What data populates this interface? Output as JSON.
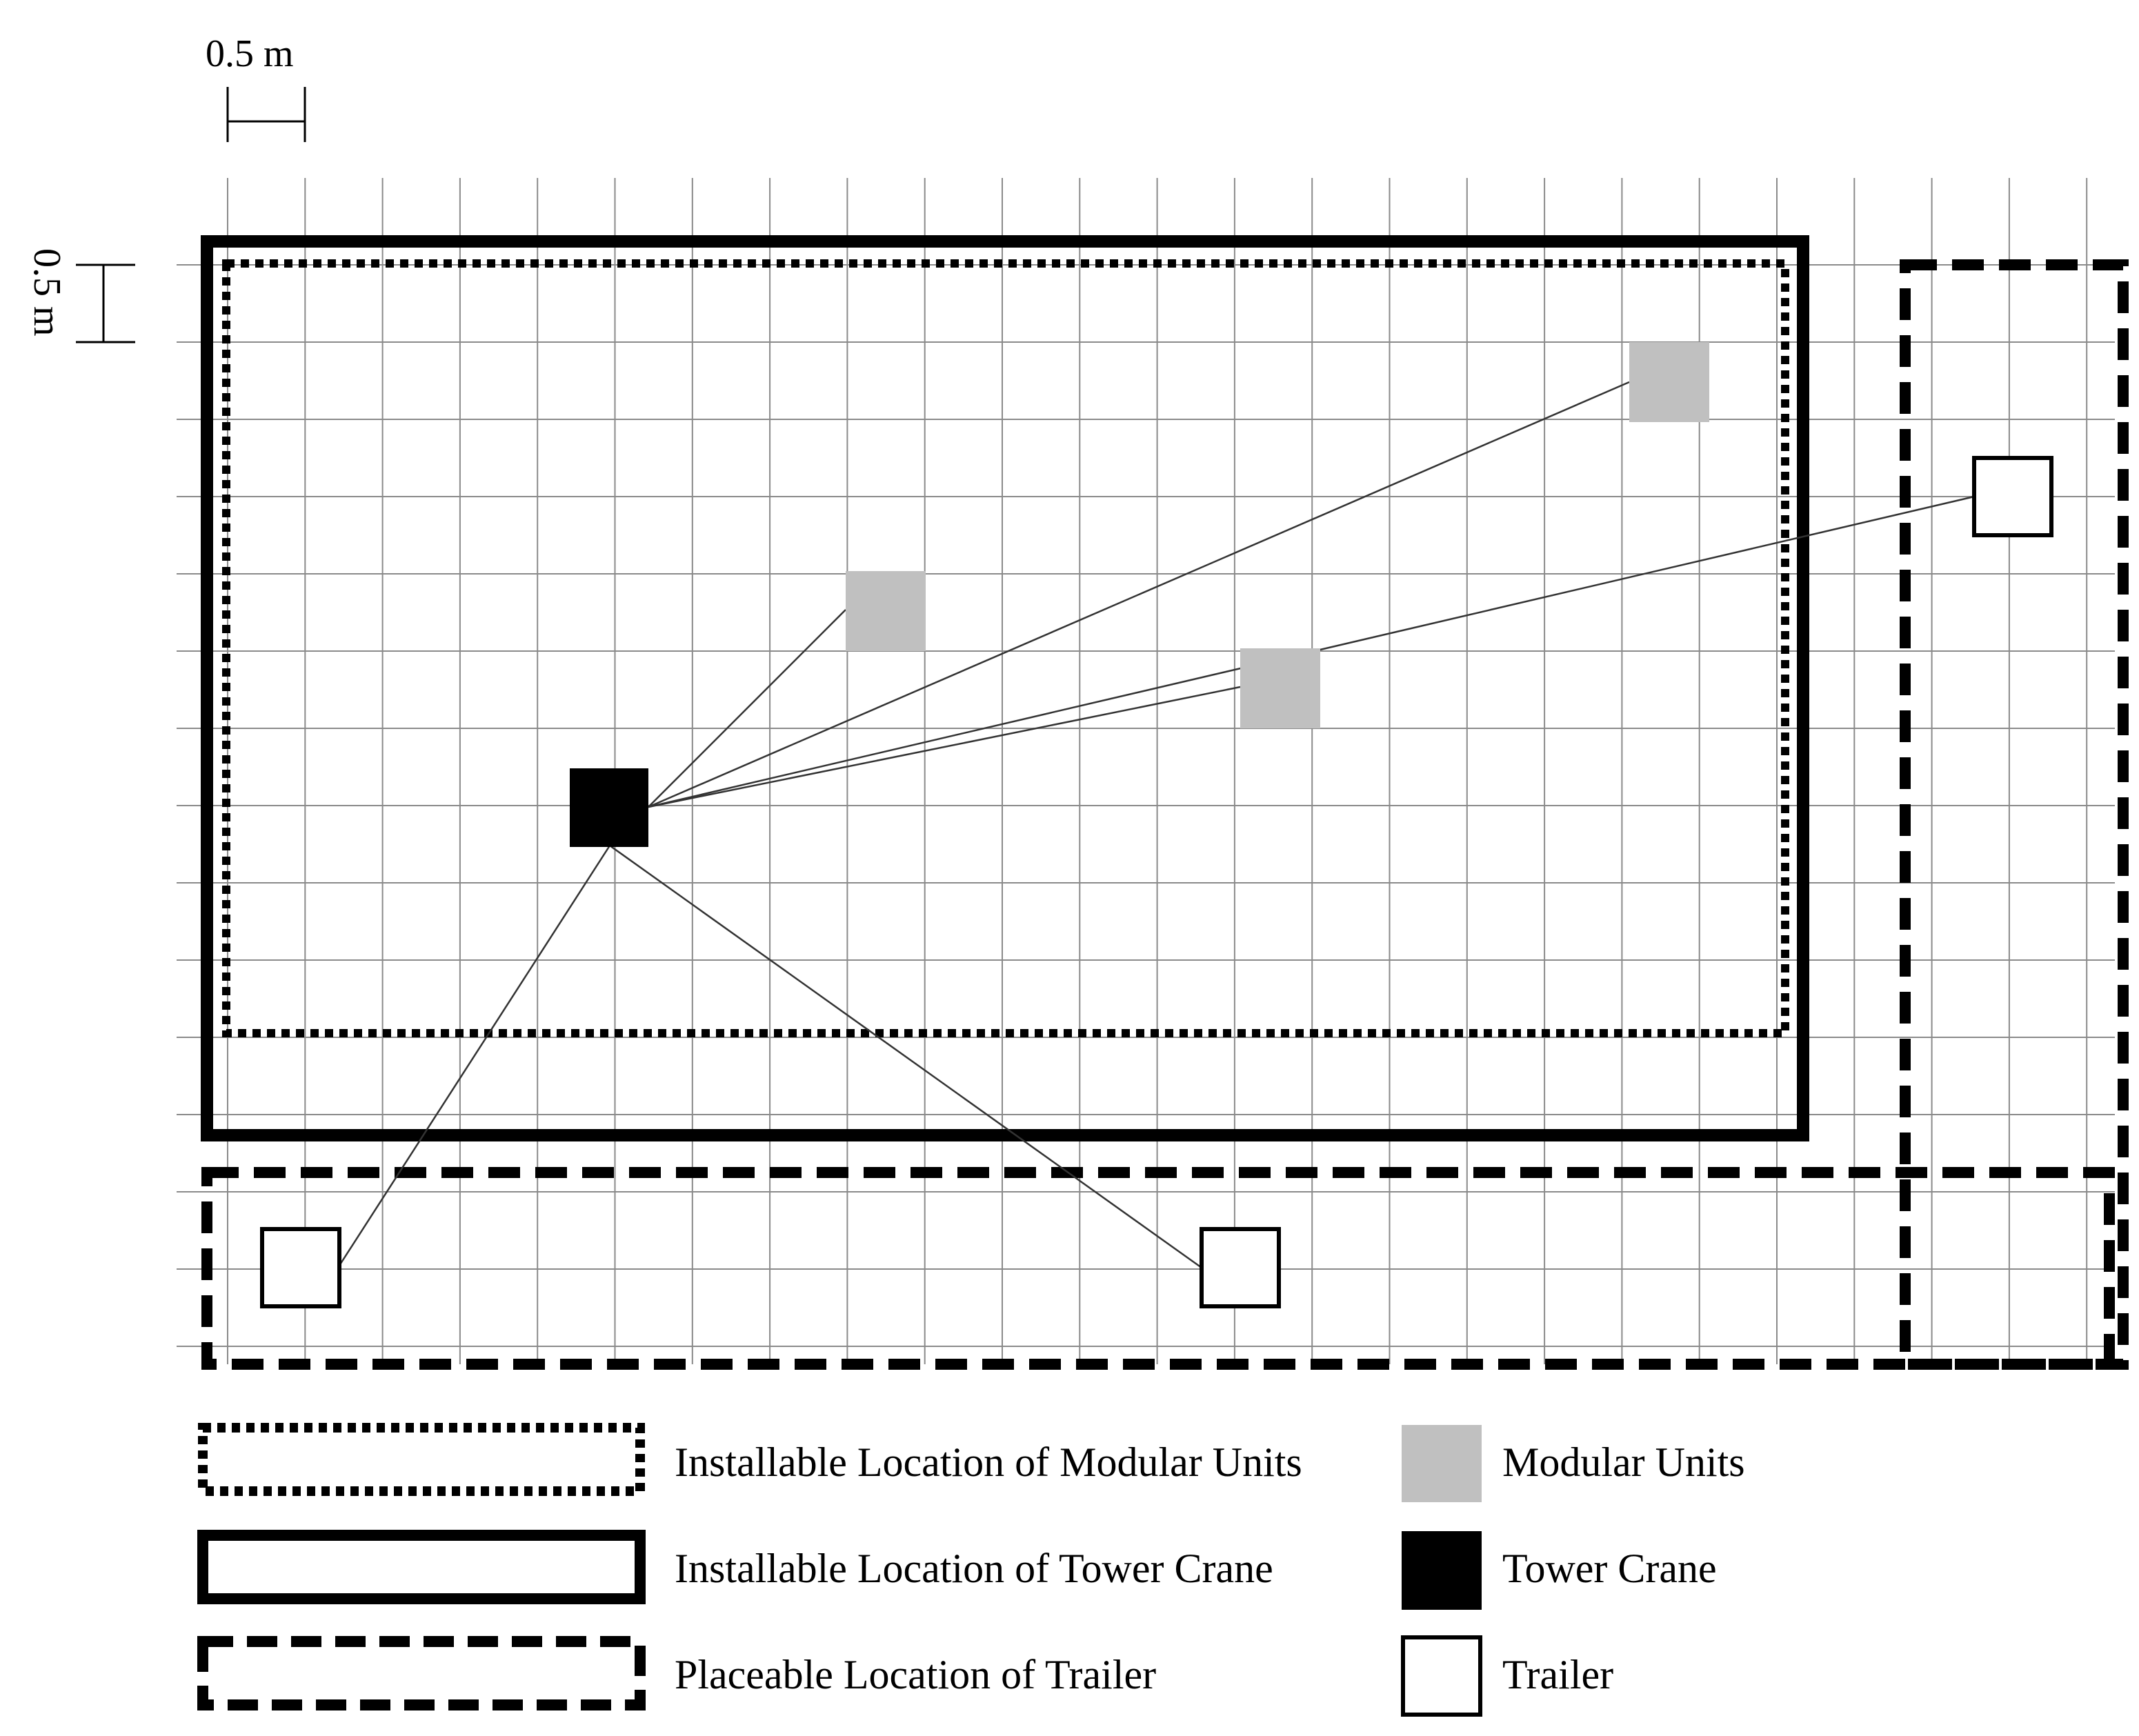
{
  "scale_bar": {
    "horizontal_label": "0.5 m",
    "vertical_label": "0.5 m"
  },
  "colors": {
    "grid": "#8a8a8a",
    "modular_unit": "#c0c0c0",
    "tower_crane": "#000000",
    "trailer": "#ffffff",
    "outline": "#000000"
  },
  "legend": {
    "installable_modular": "Installable Location of Modular Units",
    "installable_crane": "Installable Location of Tower Crane",
    "placeable_trailer": "Placeable Location of Trailer",
    "modular_units": "Modular Units",
    "tower_crane": "Tower Crane",
    "trailer": "Trailer"
  }
}
